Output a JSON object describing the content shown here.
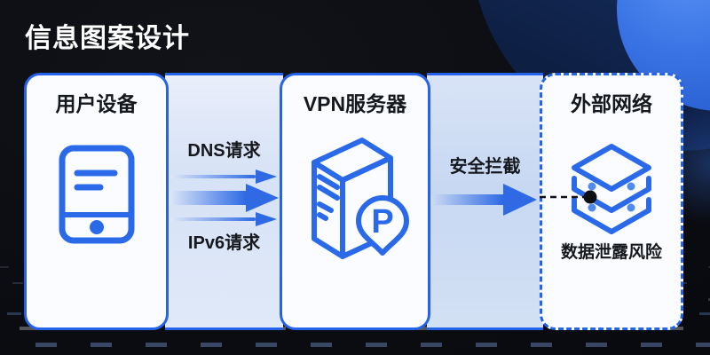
{
  "title": "信息图案设计",
  "colors": {
    "accent_blue": "#2563eb",
    "icon_blue": "#2a6ae8",
    "text_dark": "#15181d",
    "card_bg": "#fbfcff",
    "planet_blue": "#3a74e4"
  },
  "cards": {
    "device": {
      "title": "用户设备",
      "icon": "smartphone-icon"
    },
    "vpn_server": {
      "title": "VPN服务器",
      "icon": "server-pin-icon",
      "pin_letter": "P"
    },
    "external_network": {
      "title": "外部网络",
      "icon": "database-icon",
      "risk_label": "数据泄露风险"
    }
  },
  "flows": {
    "device_to_vpn": {
      "label_top": "DNS请求",
      "label_bottom": "IPv6请求",
      "arrows": [
        "thin",
        "thick",
        "thin"
      ],
      "direction": "right"
    },
    "vpn_to_external": {
      "label": "安全拦截",
      "style": "solid-arrow-then-dashed-to-dot",
      "direction": "right"
    }
  }
}
